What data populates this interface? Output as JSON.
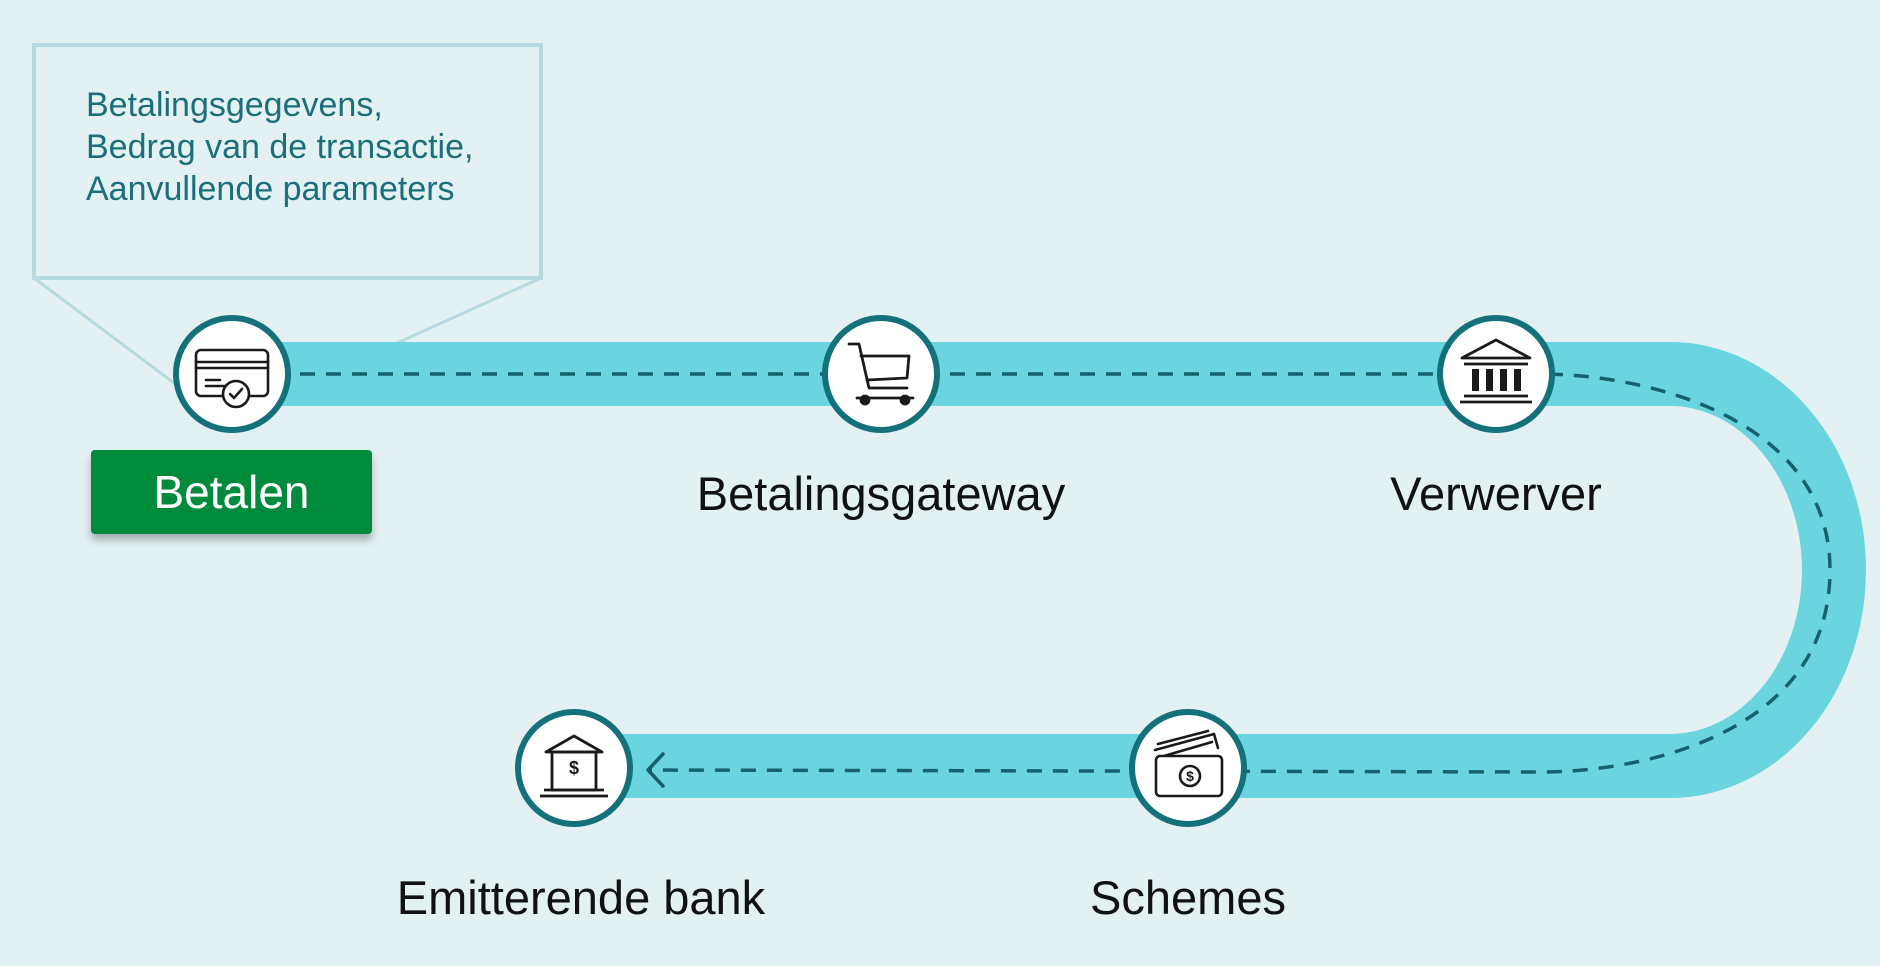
{
  "callout": {
    "lines": [
      "Betalingsgegevens,",
      "Bedrag van de transactie,",
      "Aanvullende parameters"
    ]
  },
  "pay_button": {
    "label": "Betalen"
  },
  "steps": [
    {
      "label": "",
      "icon": "credit-card-check-icon"
    },
    {
      "label": "Betalingsgateway",
      "icon": "shopping-cart-icon"
    },
    {
      "label": "Verwerver",
      "icon": "bank-building-icon"
    },
    {
      "label": "Schemes",
      "icon": "card-money-icon"
    },
    {
      "label": "Emitterende bank",
      "icon": "bank-dollar-icon"
    }
  ],
  "colors": {
    "background": "#e3f1f3",
    "track": "#6ad5df",
    "dashed_line": "#14616b",
    "node_ring": "#14707b",
    "callout_border": "#b5dadf",
    "callout_text": "#1a6f7a",
    "pay_button": "#008a3c"
  }
}
